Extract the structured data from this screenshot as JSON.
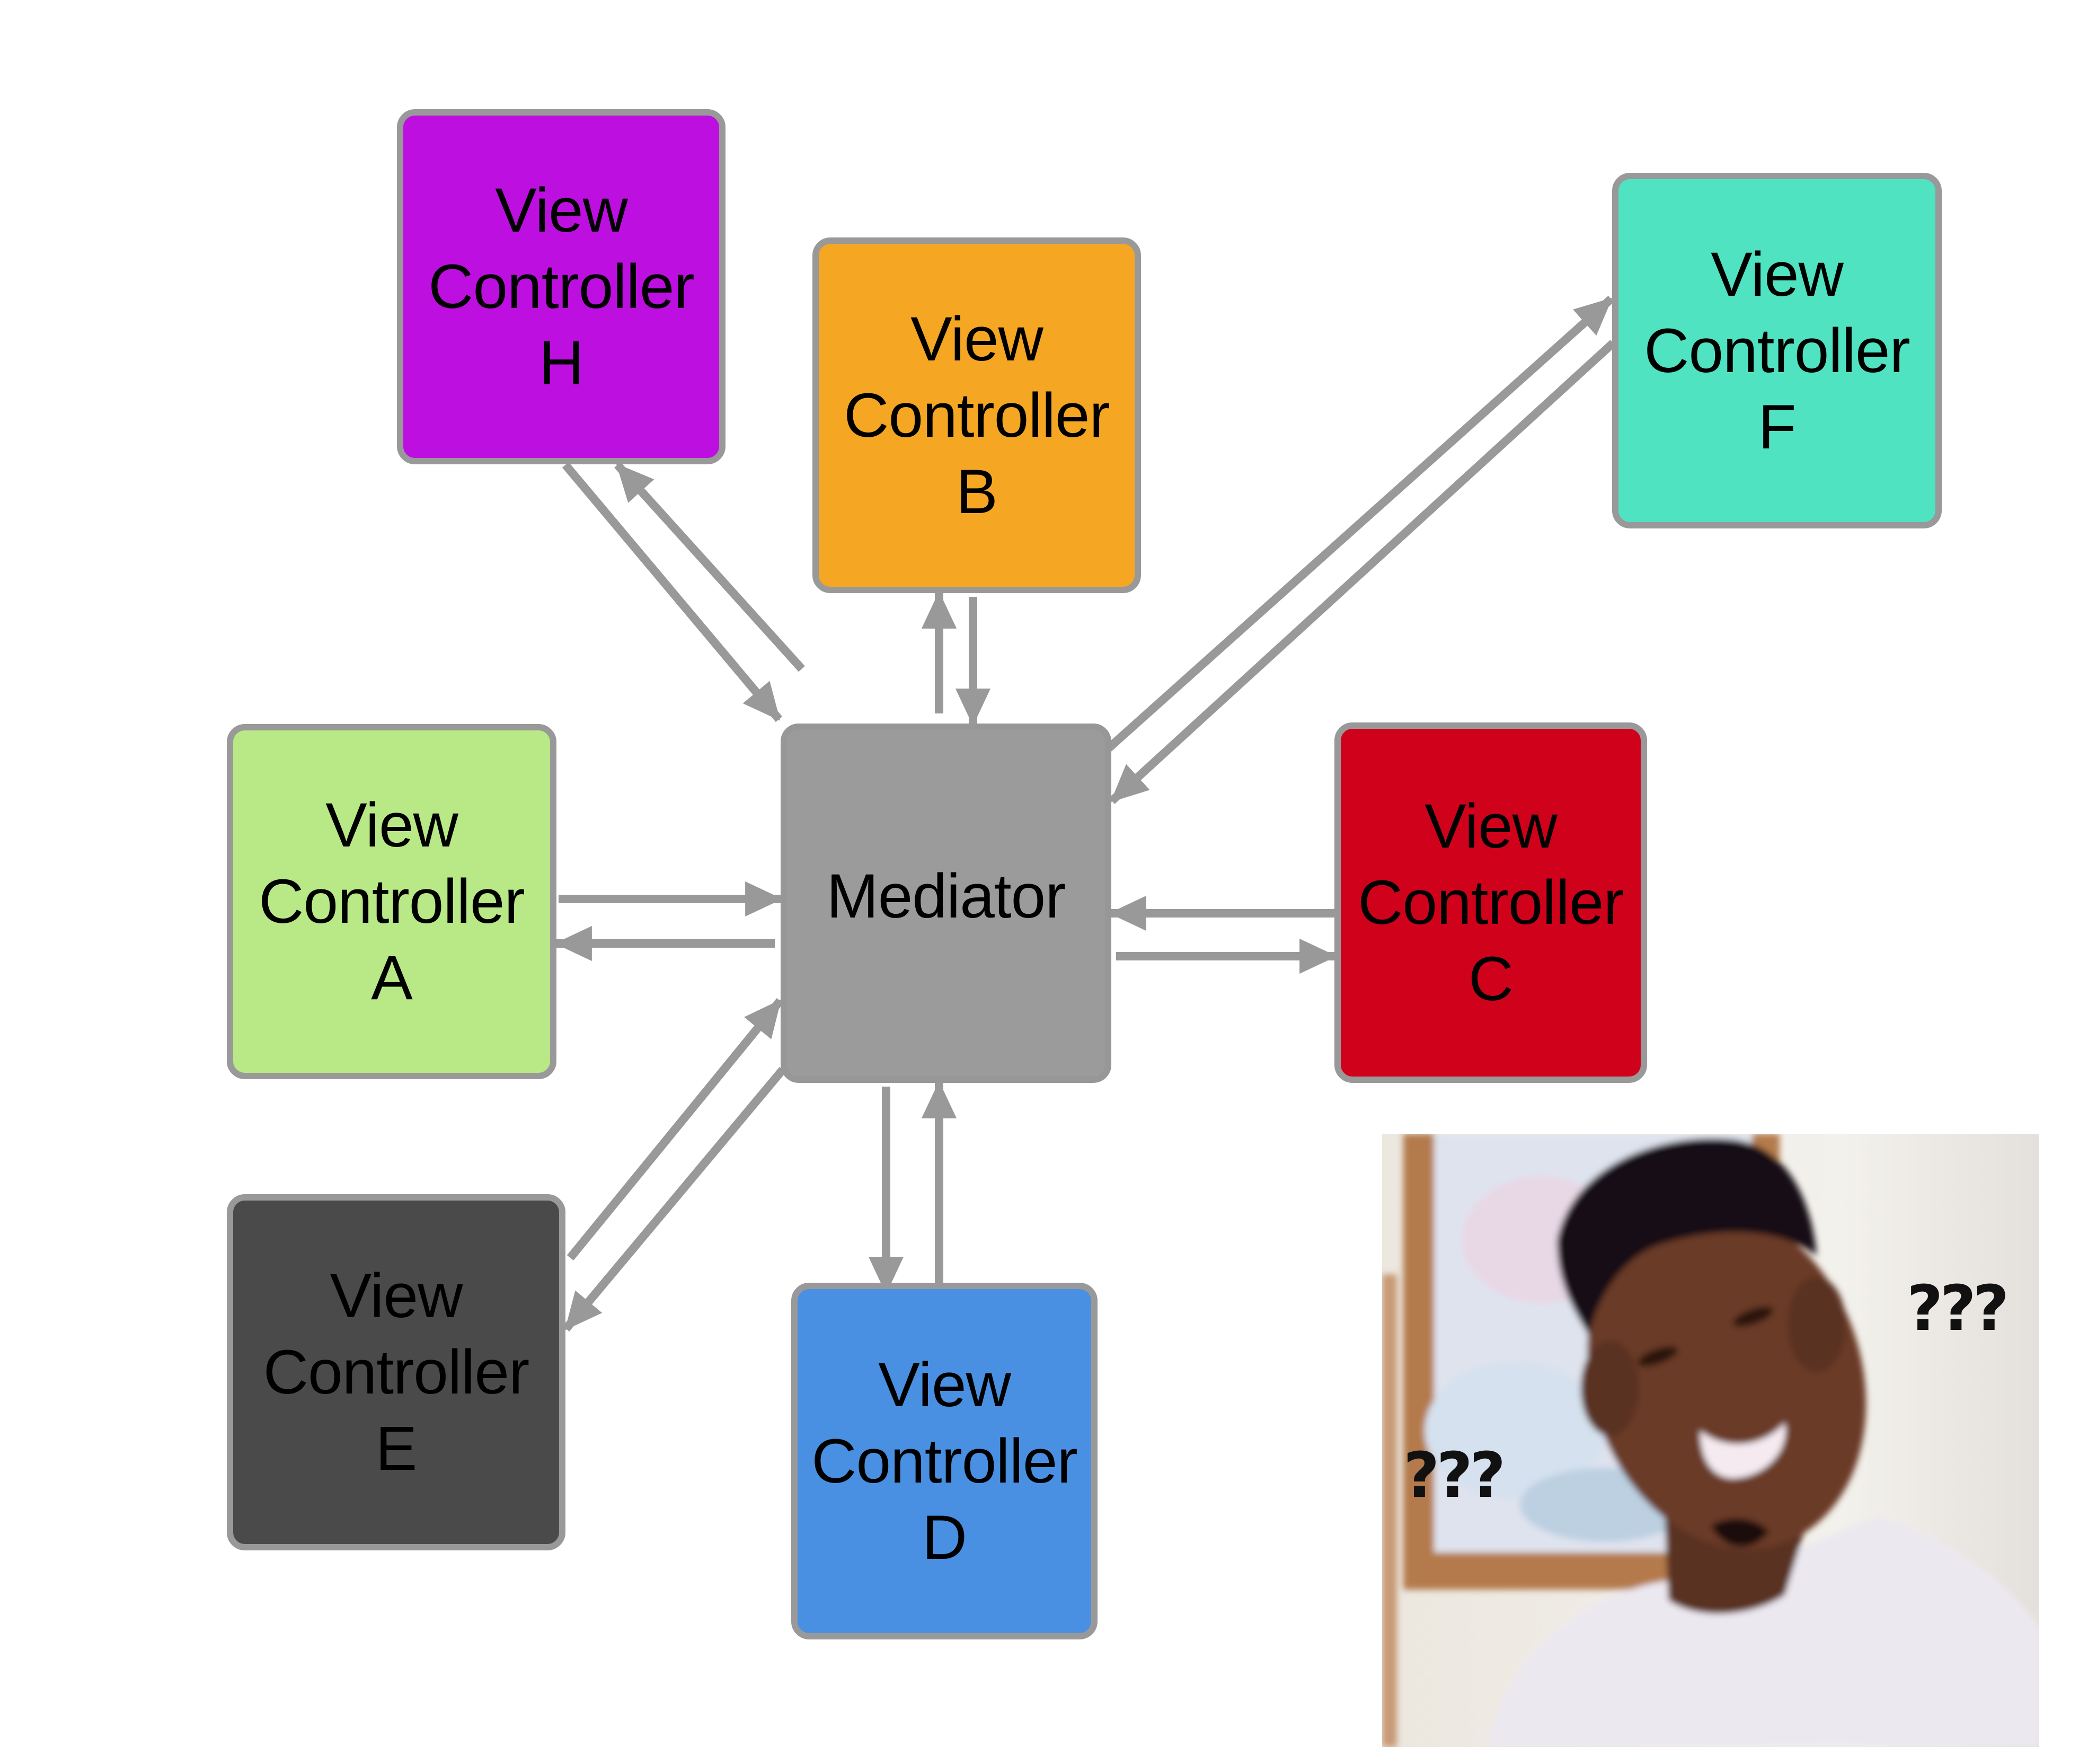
{
  "diagram": {
    "title": "Mediator pattern with view controllers",
    "mediator": {
      "label": "Mediator",
      "color": "#9b9b9b"
    },
    "nodes": [
      {
        "id": "H",
        "label": "View\nController\nH",
        "color": "#bd10e0"
      },
      {
        "id": "B",
        "label": "View\nController\nB",
        "color": "#f5a623"
      },
      {
        "id": "F",
        "label": "View\nController\nF",
        "color": "#50e3c2"
      },
      {
        "id": "A",
        "label": "View\nController\nA",
        "color": "#b8e986"
      },
      {
        "id": "C",
        "label": "View\nController\nC",
        "color": "#d0021b"
      },
      {
        "id": "E",
        "label": "View\nController\nE",
        "color": "#4a4a4a"
      },
      {
        "id": "D",
        "label": "View\nController\nD",
        "color": "#4a90e2"
      }
    ],
    "edges": [
      {
        "from": "H",
        "to": "Mediator"
      },
      {
        "from": "Mediator",
        "to": "H"
      },
      {
        "from": "B",
        "to": "Mediator"
      },
      {
        "from": "Mediator",
        "to": "B"
      },
      {
        "from": "F",
        "to": "Mediator"
      },
      {
        "from": "Mediator",
        "to": "F"
      },
      {
        "from": "A",
        "to": "Mediator"
      },
      {
        "from": "Mediator",
        "to": "A"
      },
      {
        "from": "C",
        "to": "Mediator"
      },
      {
        "from": "Mediator",
        "to": "C"
      },
      {
        "from": "E",
        "to": "Mediator"
      },
      {
        "from": "Mediator",
        "to": "E"
      },
      {
        "from": "D",
        "to": "Mediator"
      },
      {
        "from": "Mediator",
        "to": "D"
      }
    ],
    "edge_color": "#999999"
  },
  "meme": {
    "description": "Confused smiling man meme",
    "caption_right": "???",
    "caption_left": "???"
  }
}
